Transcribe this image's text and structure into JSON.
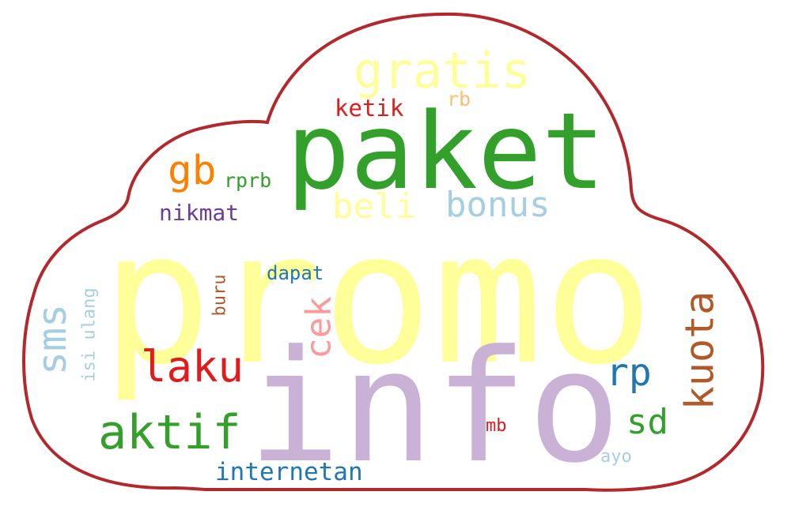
{
  "cloud": {
    "outline_color": "#b2282c",
    "fill_color": "#ffffff"
  },
  "words": {
    "promo": {
      "text": "promo",
      "color": "#ffff99"
    },
    "info": {
      "text": "info",
      "color": "#cab2d6"
    },
    "paket": {
      "text": "paket",
      "color": "#33a02c"
    },
    "gratis": {
      "text": "gratis",
      "color": "#ffff99"
    },
    "ketik": {
      "text": "ketik",
      "color": "#e31a1c"
    },
    "rb": {
      "text": "rb",
      "color": "#fdbf6f"
    },
    "gb": {
      "text": "gb",
      "color": "#ff7f00"
    },
    "rprb": {
      "text": "rprb",
      "color": "#33a02c"
    },
    "beli": {
      "text": "beli",
      "color": "#ffff99"
    },
    "bonus": {
      "text": "bonus",
      "color": "#a6cee3"
    },
    "nikmat": {
      "text": "nikmat",
      "color": "#6a3d9a"
    },
    "dapat": {
      "text": "dapat",
      "color": "#1f78b4"
    },
    "buru": {
      "text": "buru",
      "color": "#b15928"
    },
    "cek": {
      "text": "cek",
      "color": "#fb9a99"
    },
    "sms": {
      "text": "sms",
      "color": "#a6cee3"
    },
    "isi_ulang": {
      "text": "isi ulang",
      "color": "#a6cee3"
    },
    "laku": {
      "text": "laku",
      "color": "#e31a1c"
    },
    "rp": {
      "text": "rp",
      "color": "#1f78b4"
    },
    "kuota": {
      "text": "kuota",
      "color": "#b15928"
    },
    "aktif": {
      "text": "aktif",
      "color": "#33a02c"
    },
    "sd": {
      "text": "sd",
      "color": "#33a02c"
    },
    "mb": {
      "text": "mb",
      "color": "#e31a1c"
    },
    "ayo": {
      "text": "ayo",
      "color": "#a6cee3"
    },
    "internetan": {
      "text": "internetan",
      "color": "#1f78b4"
    }
  }
}
